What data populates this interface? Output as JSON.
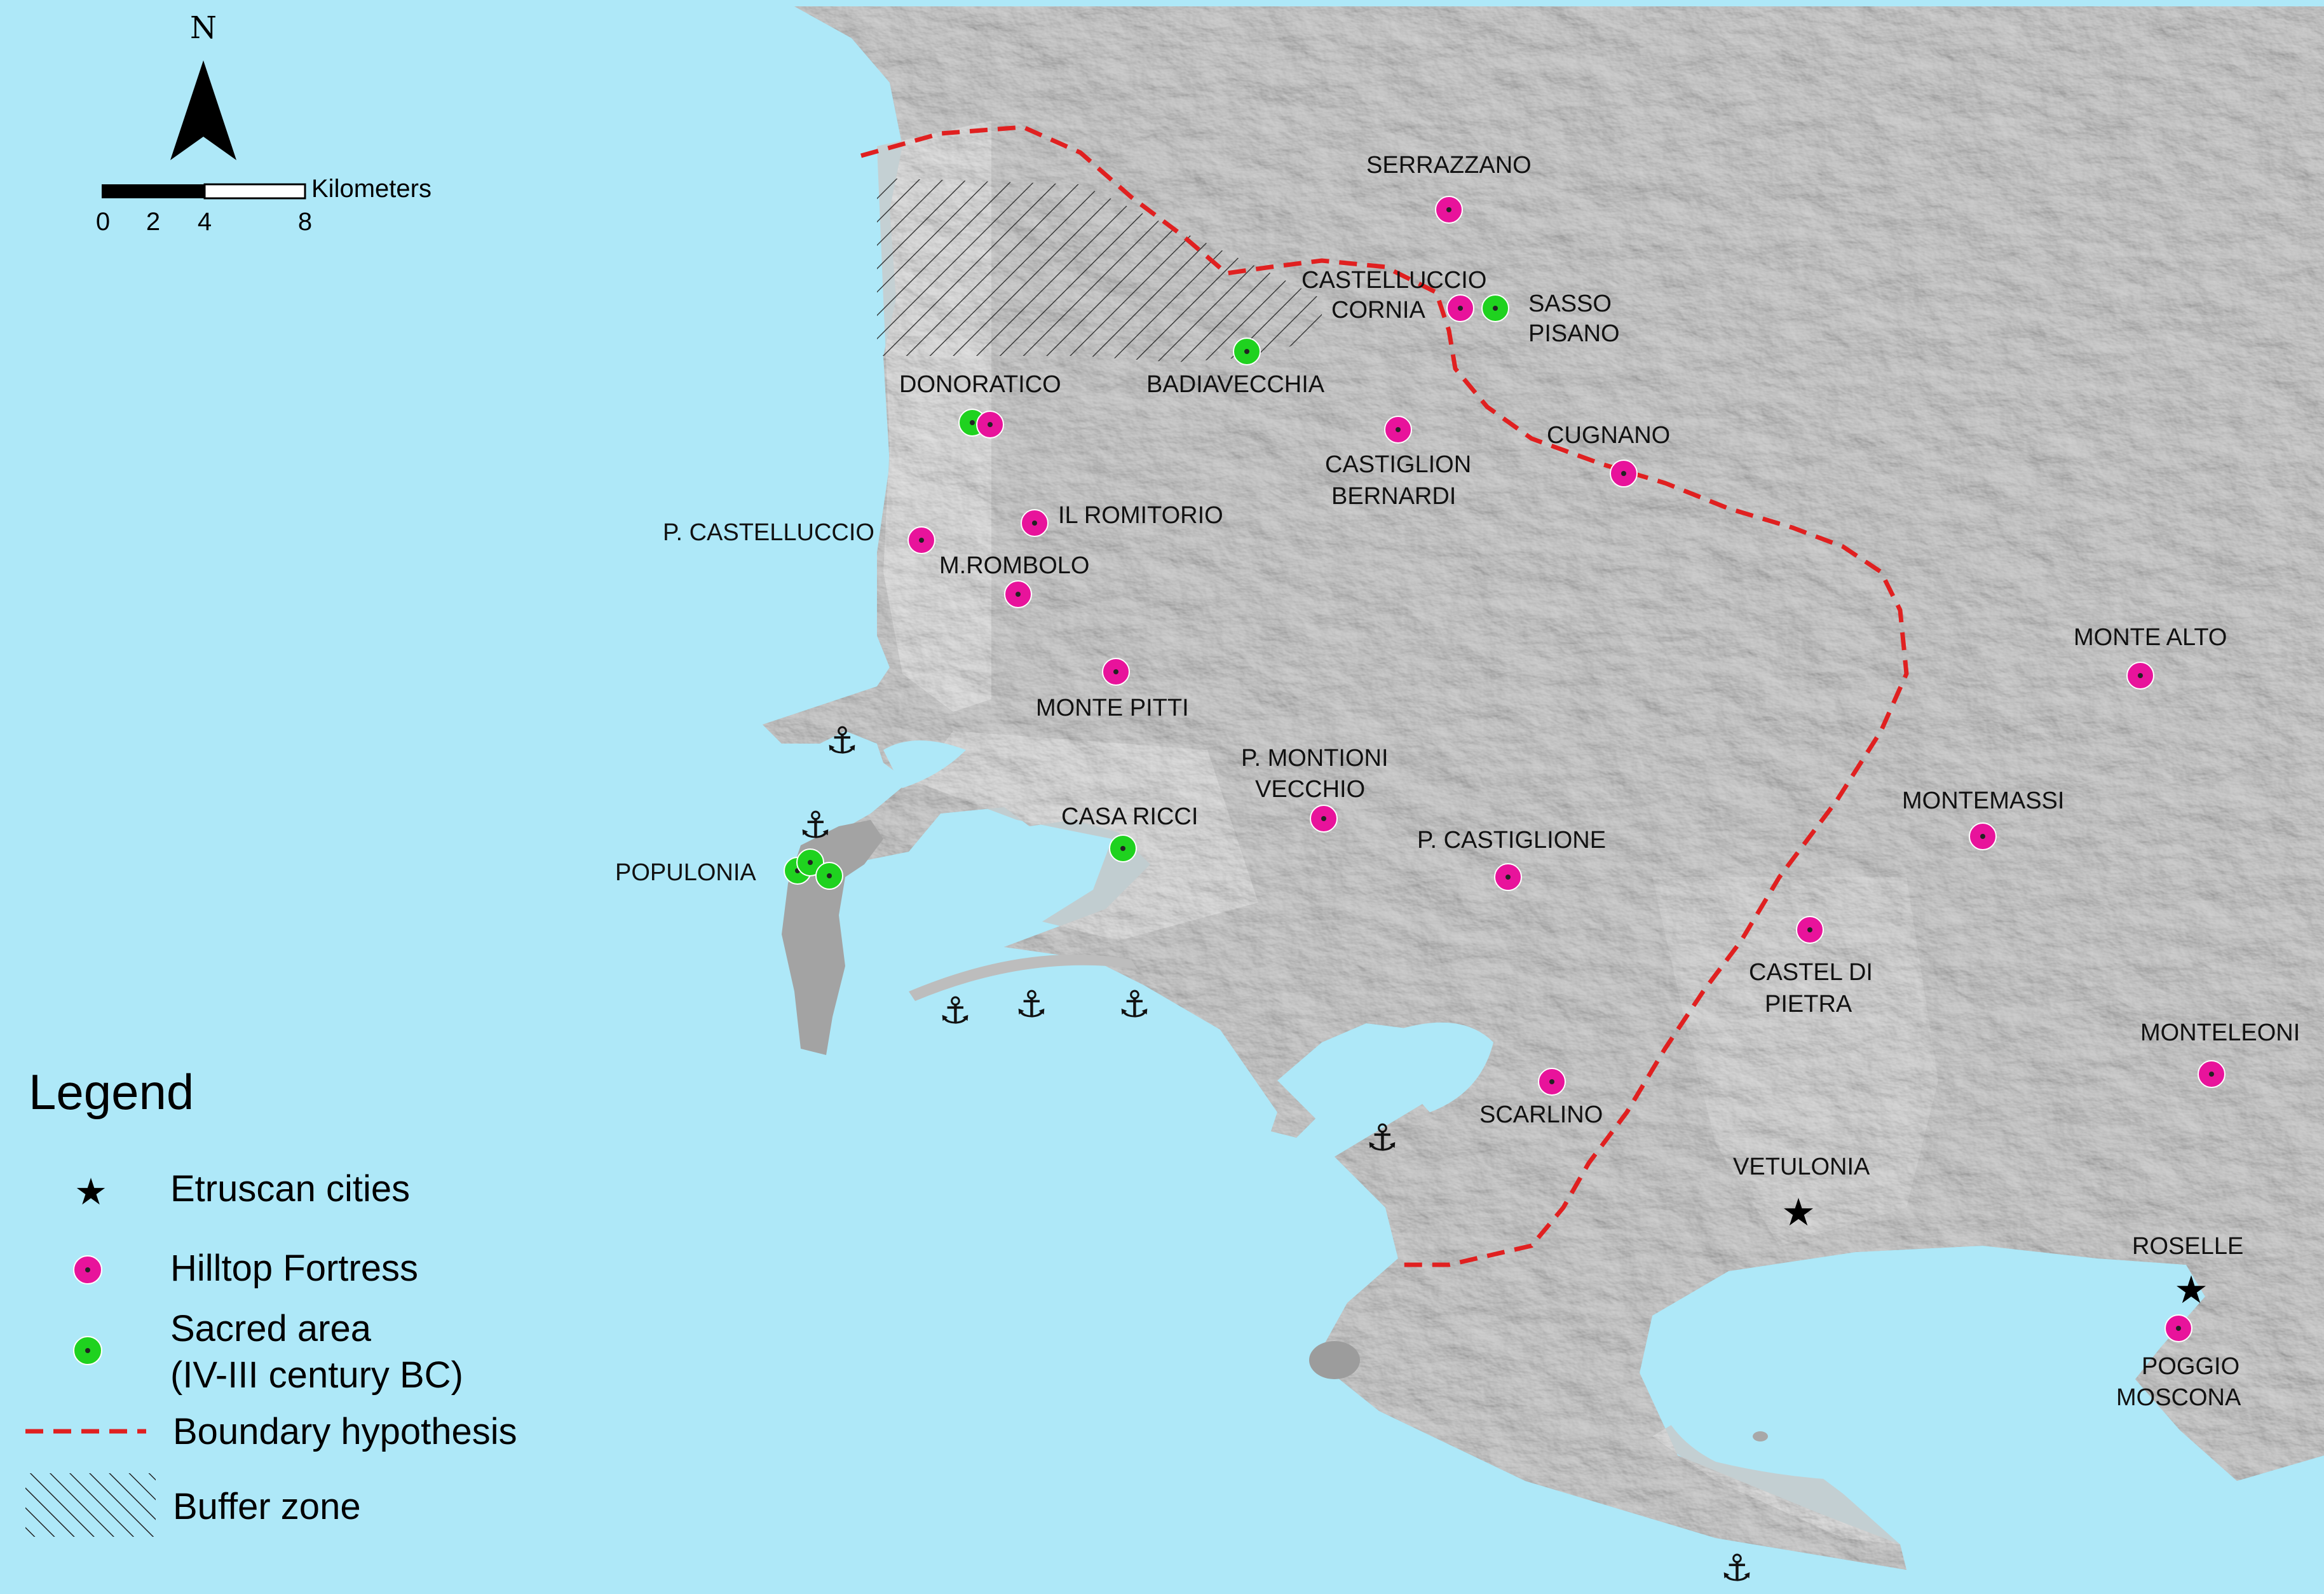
{
  "north_arrow": {
    "label": "N"
  },
  "scale_bar": {
    "unit_label": "Kilometers",
    "ticks": [
      "0",
      "2",
      "4",
      "8"
    ]
  },
  "colors": {
    "sea": "#aee8f8",
    "land": "#9c9c9c",
    "coastal_plain": "#c4c4c4",
    "hilltop_fortress": "#e8139b",
    "sacred_area": "#1fd21f",
    "boundary": "#e02020",
    "etruscan_city": "#000000"
  },
  "legend": {
    "title": "Legend",
    "items": {
      "etruscan_cities": "Etruscan cities",
      "hilltop_fortress": "Hilltop Fortress",
      "sacred_area_line1": "Sacred area",
      "sacred_area_line2": "(IV-III century BC)",
      "boundary_hypothesis": "Boundary hypothesis",
      "buffer_zone": "Buffer zone"
    }
  },
  "sites": {
    "serrazzano": "SERRAZZANO",
    "castelluccio_1": "CASTELLUCCIO",
    "castelluccio_2": "CORNIA",
    "sasso_1": "SASSO",
    "sasso_2": "PISANO",
    "donoratico": "DONORATICO",
    "badiavecchia": "BADIAVECCHIA",
    "castiglion_1": "CASTIGLION",
    "castiglion_2": "BERNARDI",
    "cugnano": "CUGNANO",
    "p_castelluccio": "P. CASTELLUCCIO",
    "il_romitorio": "IL ROMITORIO",
    "m_rombolo": "M.ROMBOLO",
    "monte_pitti": "MONTE PITTI",
    "monte_alto": "MONTE ALTO",
    "p_montioni_1": "P. MONTIONI",
    "p_montioni_2": "VECCHIO",
    "montemassi": "MONTEMASSI",
    "casa_ricci": "CASA RICCI",
    "p_castiglione": "P. CASTIGLIONE",
    "populonia": "POPULONIA",
    "castel_di_pietra_1": "CASTEL DI",
    "castel_di_pietra_2": "PIETRA",
    "monteleoni": "MONTELEONI",
    "scarlino": "SCARLINO",
    "vetulonia": "VETULONIA",
    "roselle": "ROSELLE",
    "poggio_moscona_1": "POGGIO",
    "poggio_moscona_2": "MOSCONA"
  }
}
